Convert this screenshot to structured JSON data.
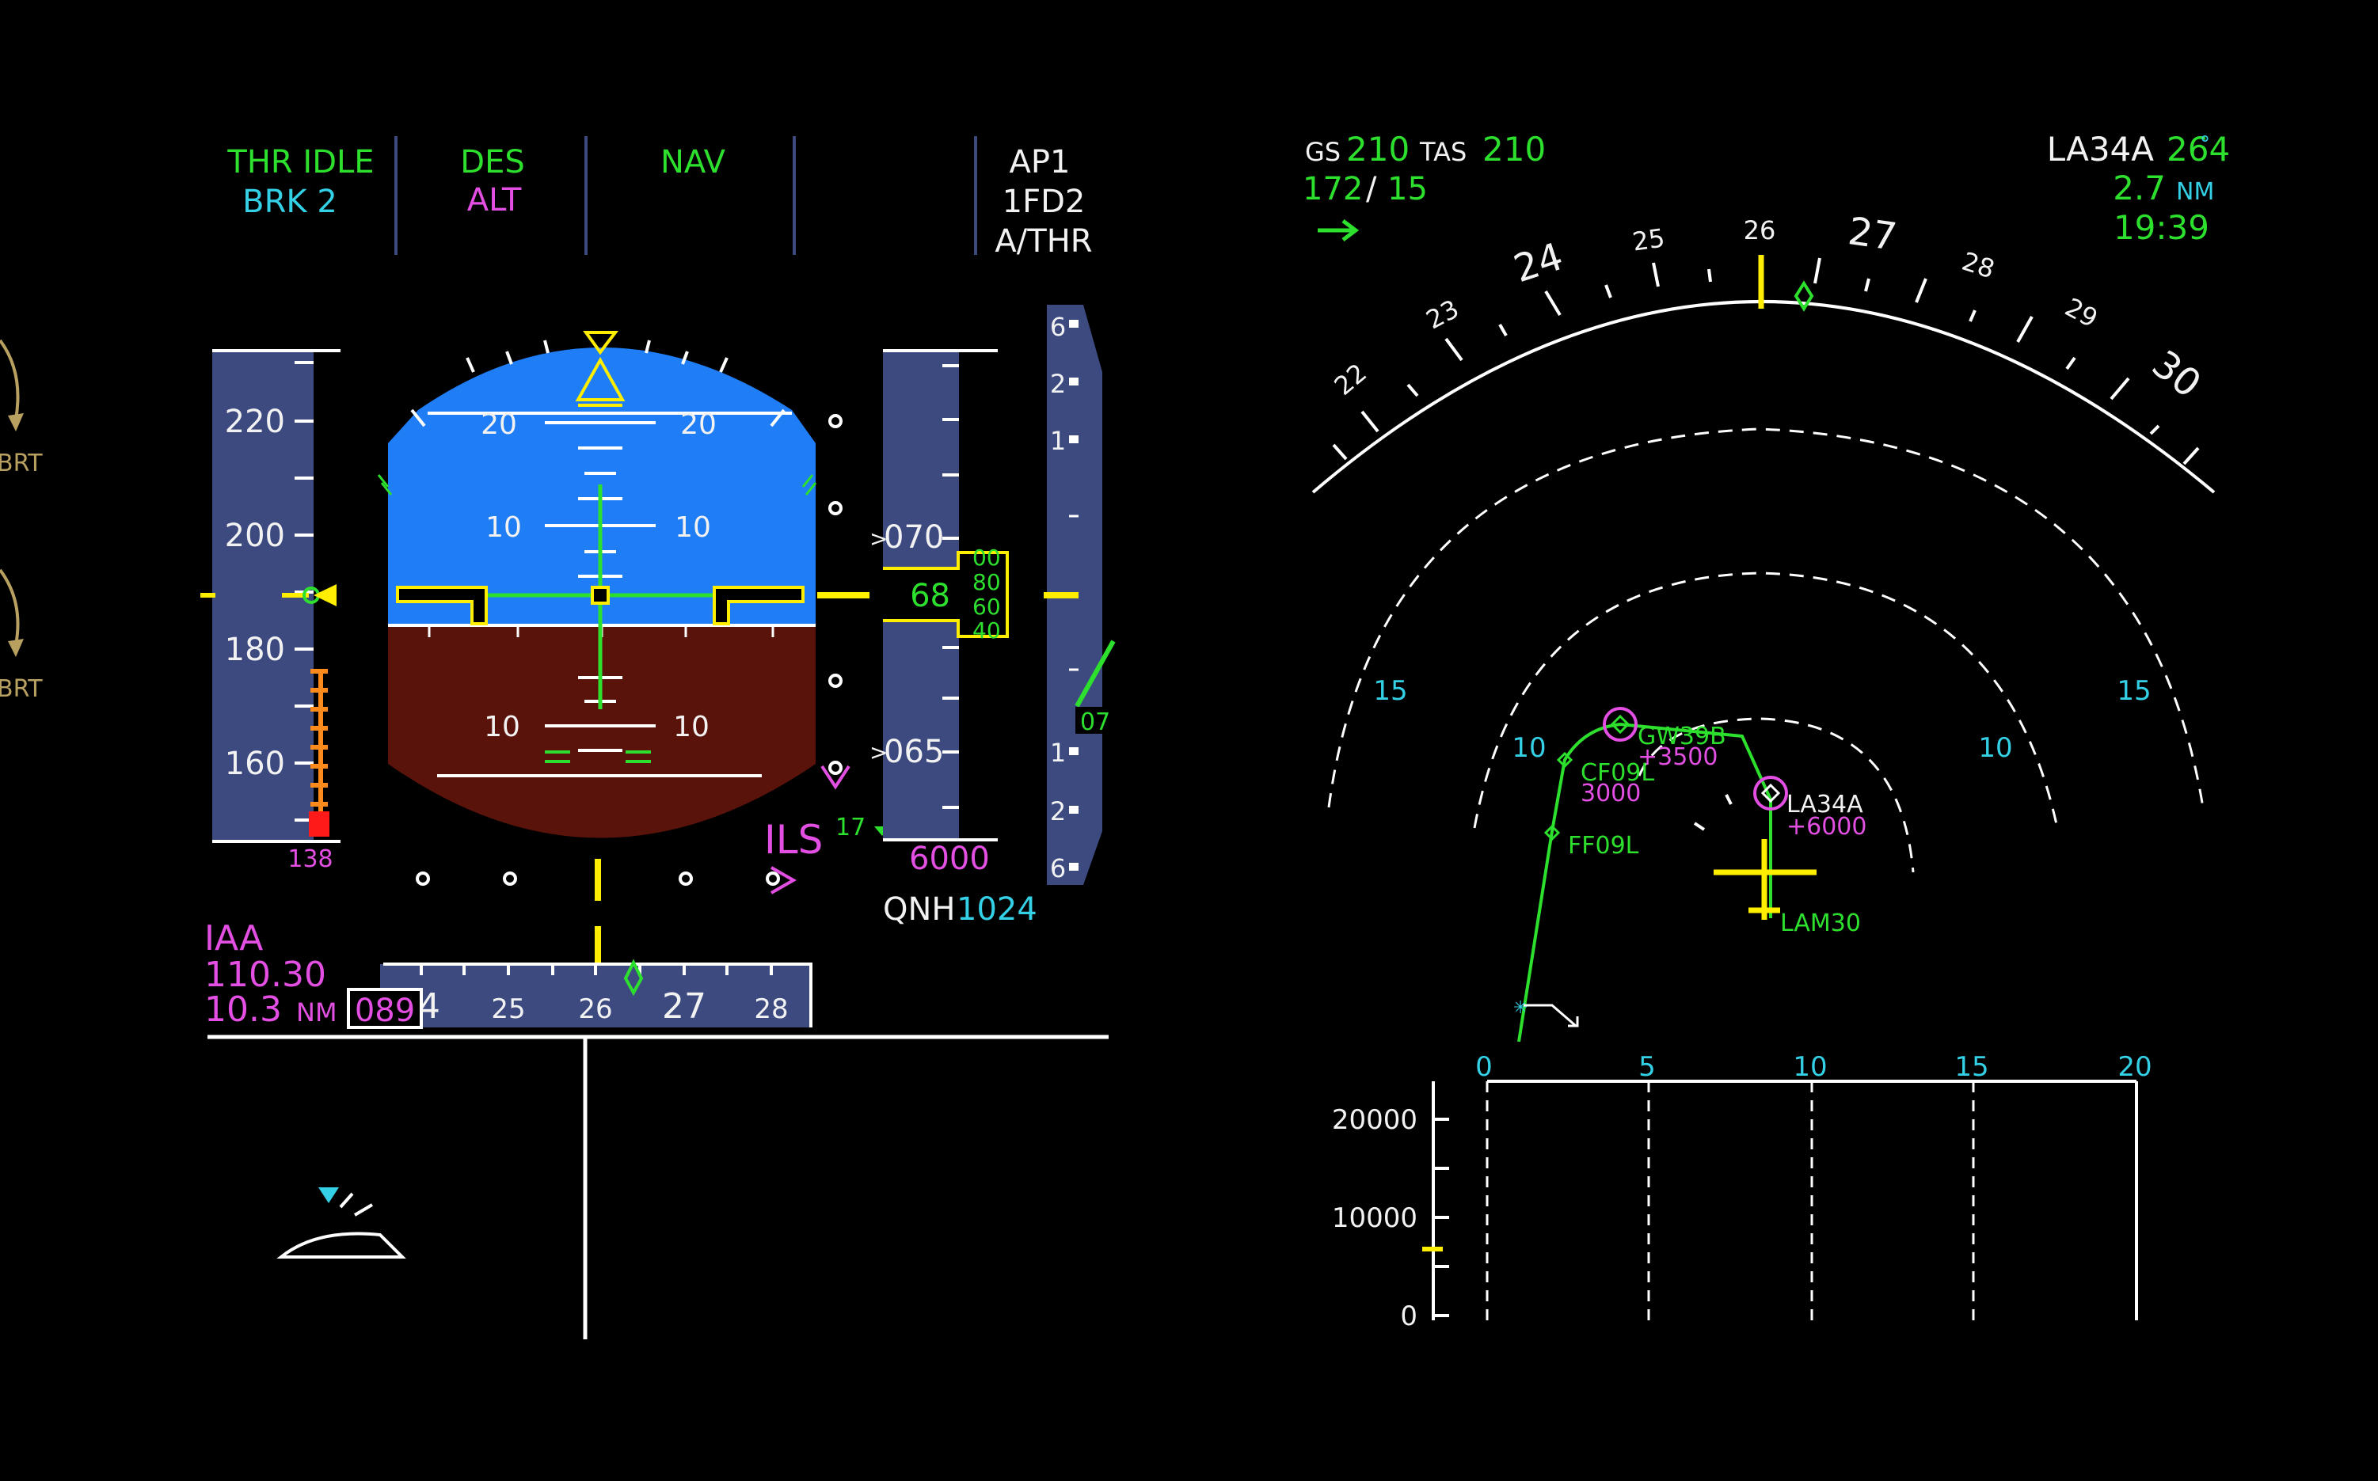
{
  "fma": {
    "col1_line1": "THR IDLE",
    "col1_line2": "BRK 2",
    "col2_line1": "DES",
    "col2_line2": "ALT",
    "col3_line1": "NAV",
    "col5_line1": "AP1",
    "col5_line2": "1FD2",
    "col5_line3": "A/THR"
  },
  "side_controls": {
    "brt_top": "BRT",
    "brt_bottom": "BRT"
  },
  "pfd": {
    "speed_scale": [
      "220",
      "200",
      "180",
      "160"
    ],
    "speed_bottom": "138",
    "pitch_labels": [
      "20",
      "20",
      "10",
      "10",
      "10",
      "10"
    ],
    "alt_scale": [
      "070",
      "065"
    ],
    "alt_current": "68",
    "alt_drum": [
      "00",
      "80",
      "60",
      "40"
    ],
    "vs_scale": [
      "6",
      "2",
      "1",
      "1",
      "2",
      "6"
    ],
    "vs_value": "07",
    "ils_label": "ILS",
    "ils_dist_small": "17",
    "selected_alt": "6000",
    "qnh_label": "QNH",
    "qnh_value": "1024",
    "ils_ident": "IAA",
    "ils_freq": "110.30",
    "ils_dme": "10.3",
    "ils_dme_unit": "NM",
    "heading_selected": "089",
    "heading_scale": [
      "4",
      "25",
      "26",
      "27",
      "28"
    ]
  },
  "nd": {
    "gs_label": "GS",
    "gs_value": "210",
    "tas_label": "TAS",
    "tas_value": "210",
    "wind": "172",
    "wind_slash": "/",
    "wind_speed": "15",
    "waypoint": "LA34A",
    "wpt_track": "264",
    "wpt_dist": "2.7",
    "wpt_dist_unit": "NM",
    "wpt_time": "19:39",
    "compass": [
      "22",
      "23",
      "24",
      "25",
      "26",
      "27",
      "28",
      "29",
      "30"
    ],
    "range_rings": [
      "15",
      "15",
      "10",
      "10"
    ],
    "waypoints": [
      {
        "name": "GW39B",
        "constraint": "+3500"
      },
      {
        "name": "CF09L",
        "constraint": "3000"
      },
      {
        "name": "FF09L",
        "constraint": ""
      },
      {
        "name": "LA34A",
        "constraint": "+6000"
      },
      {
        "name": "LAM30",
        "constraint": ""
      }
    ]
  },
  "vd": {
    "x_ticks": [
      "0",
      "5",
      "10",
      "15",
      "20"
    ],
    "y_ticks": [
      "20000",
      "10000",
      "0"
    ]
  },
  "colors": {
    "green": "#2de02d",
    "cyan": "#33d0e6",
    "magenta": "#e34ee3",
    "yellow": "#ffee00",
    "white": "#f2f2f2",
    "sky": "#1f7ef5",
    "ground": "#5a130a",
    "tape": "#3c4a80"
  }
}
